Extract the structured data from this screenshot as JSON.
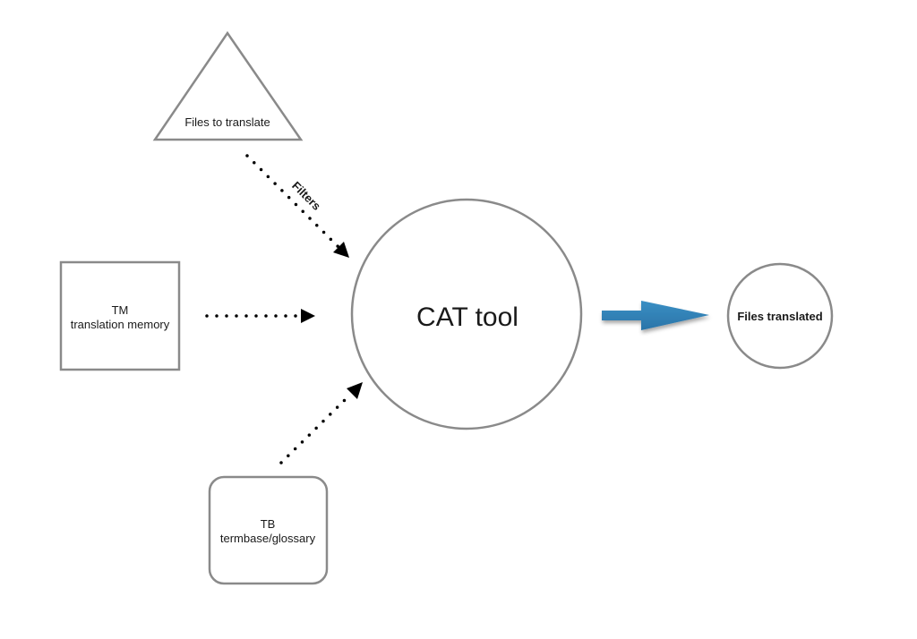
{
  "diagram": {
    "nodes": {
      "files_to_translate": {
        "shape": "triangle",
        "label": "Files to translate"
      },
      "tm": {
        "shape": "square",
        "label_line1": "TM",
        "label_line2": "translation memory"
      },
      "tb": {
        "shape": "rounded-square",
        "label_line1": "TB",
        "label_line2": "termbase/glossary"
      },
      "cat_tool": {
        "shape": "circle",
        "label": "CAT tool"
      },
      "files_translated": {
        "shape": "circle",
        "label": "Files translated"
      }
    },
    "edges": [
      {
        "from": "files_to_translate",
        "to": "cat_tool",
        "style": "dotted",
        "label": "Filters"
      },
      {
        "from": "tm",
        "to": "cat_tool",
        "style": "dotted",
        "label": ""
      },
      {
        "from": "tb",
        "to": "cat_tool",
        "style": "dotted",
        "label": ""
      },
      {
        "from": "cat_tool",
        "to": "files_translated",
        "style": "block-arrow",
        "label": ""
      }
    ],
    "colors": {
      "node_stroke": "#8a8a8a",
      "dotted_arrow": "#000000",
      "output_arrow": "#2e7fb5"
    }
  }
}
